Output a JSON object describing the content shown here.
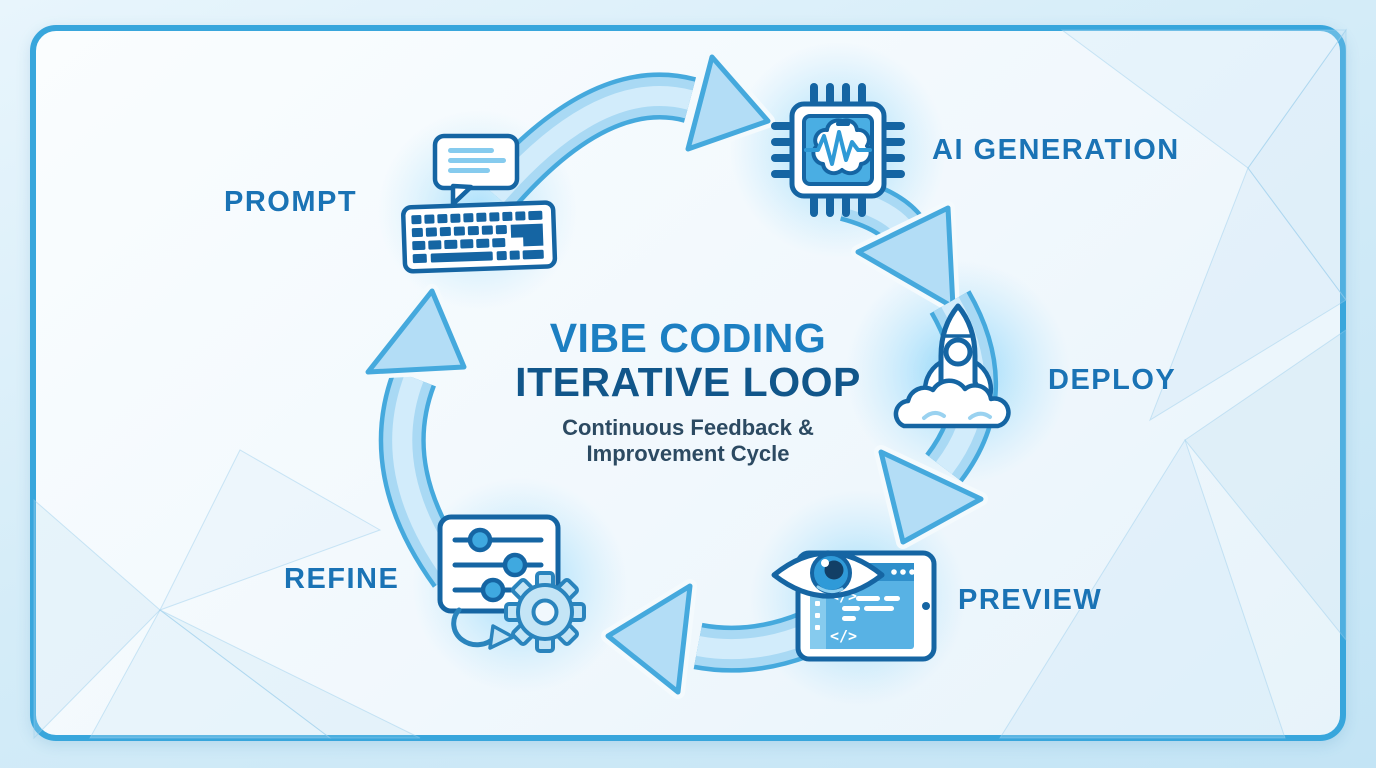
{
  "title": {
    "line1": "VIBE CODING",
    "line2": "ITERATIVE LOOP"
  },
  "subtitle": {
    "line1": "Continuous Feedback &",
    "line2": "Improvement Cycle"
  },
  "steps": {
    "prompt": {
      "label": "PROMPT",
      "icon": "keyboard-chat-icon"
    },
    "ai_generation": {
      "label": "AI GENERATION",
      "icon": "ai-chip-brain-icon"
    },
    "deploy": {
      "label": "DEPLOY",
      "icon": "rocket-launch-icon"
    },
    "preview": {
      "label": "PREVIEW",
      "icon": "eye-code-window-icon"
    },
    "refine": {
      "label": "REFINE",
      "icon": "sliders-gear-icon"
    }
  },
  "icons": {
    "code_glyph": "</>"
  },
  "colors": {
    "frame_border": "#38a6dc",
    "panel_bg": "#f4fafd",
    "outer_bg": "#d4ecf8",
    "arrow_fill": "#a9d9f4",
    "arrow_stroke": "#45a9dd",
    "icon_stroke": "#1565a3",
    "icon_blue": "#4aaee3",
    "icon_light_blue": "#86cbee",
    "label_color": "#1a73b5",
    "title_color_1": "#1c7fc2",
    "title_color_2": "#11568a",
    "subtitle_color": "#2c4a62"
  }
}
